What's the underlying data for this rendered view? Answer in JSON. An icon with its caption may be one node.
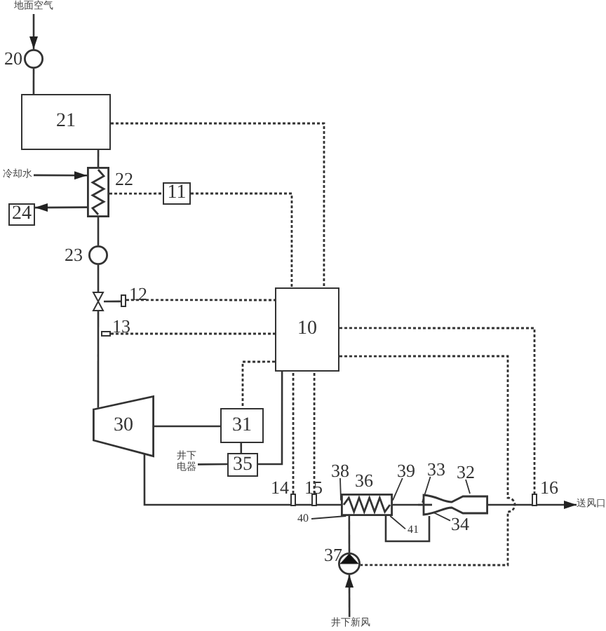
{
  "diagram": {
    "nodes": [
      {
        "text": [
          "地面空气"
        ]
      },
      {
        "text": [],
        "shape": "circle",
        "beside": [
          "20"
        ]
      },
      {
        "text": [
          "21"
        ]
      },
      {
        "text": [],
        "shape": "exchanger",
        "beside": [
          "22"
        ]
      },
      {
        "text": [
          "冷却水"
        ]
      },
      {
        "text": [
          "24"
        ]
      },
      {
        "text": [
          "11"
        ]
      },
      {
        "text": [],
        "shape": "circle",
        "beside": [
          "23"
        ]
      },
      {
        "text": [],
        "shape": "valve"
      },
      {
        "text": [],
        "shape": "sensor",
        "beside": [
          "12"
        ]
      },
      {
        "text": [],
        "shape": "sensor",
        "beside": [
          "13"
        ]
      },
      {
        "text": [
          "10"
        ]
      },
      {
        "text": [
          "30"
        ]
      },
      {
        "text": [
          "31"
        ]
      },
      {
        "text": [
          "35"
        ]
      },
      {
        "text": [
          "井下电器"
        ]
      },
      {
        "text": [],
        "shape": "sensor",
        "beside": [
          "14"
        ]
      },
      {
        "text": [],
        "shape": "sensor",
        "beside": [
          "15"
        ]
      },
      {
        "text": [],
        "shape": "exchanger",
        "beside": [
          "36"
        ]
      },
      {
        "text": [],
        "shape": "nozzle"
      },
      {
        "text": [],
        "shape": "sensor",
        "beside": [
          "16"
        ]
      },
      {
        "text": [
          "送风口"
        ]
      },
      {
        "text": [],
        "shape": "pump",
        "beside": [
          "37"
        ]
      },
      {
        "text": [
          "井下新风"
        ]
      },
      {
        "text": [
          "38"
        ]
      },
      {
        "text": [
          "39"
        ]
      },
      {
        "text": [
          "40"
        ]
      },
      {
        "text": [
          "41"
        ]
      },
      {
        "text": [
          "33"
        ]
      },
      {
        "text": [
          "32"
        ]
      },
      {
        "text": [
          "34"
        ]
      }
    ],
    "edges": [
      {
        "from": 0,
        "to": 1,
        "arrow": "to"
      },
      {
        "from": 1,
        "to": 2,
        "arrow": "none"
      },
      {
        "from": 2,
        "to": 3,
        "arrow": "none"
      },
      {
        "from": 4,
        "to": 3,
        "arrow": "to"
      },
      {
        "from": 3,
        "to": 5,
        "arrow": "to"
      },
      {
        "from": 3,
        "to": 7,
        "arrow": "none"
      },
      {
        "from": 7,
        "to": 8,
        "arrow": "none"
      },
      {
        "from": 8,
        "to": 9,
        "arrow": "none"
      },
      {
        "from": 8,
        "to": 12,
        "arrow": "none"
      },
      {
        "from": 12,
        "to": 13,
        "arrow": "none"
      },
      {
        "from": 13,
        "to": 14,
        "arrow": "none"
      },
      {
        "from": 15,
        "to": 14,
        "arrow": "none"
      },
      {
        "from": 14,
        "to": 11,
        "arrow": "none"
      },
      {
        "from": 12,
        "to": 18,
        "arrow": "none"
      },
      {
        "from": 18,
        "to": 19,
        "arrow": "none"
      },
      {
        "from": 19,
        "to": 21,
        "arrow": "to"
      },
      {
        "from": 23,
        "to": 22,
        "arrow": "to"
      },
      {
        "from": 22,
        "to": 18,
        "arrow": "none"
      },
      {
        "from": 18,
        "to": 19,
        "arrow": "none"
      },
      {
        "from": 2,
        "to": 11,
        "arrow": "none",
        "style": "dashed"
      },
      {
        "from": 3,
        "to": 6,
        "arrow": "none",
        "style": "dashed"
      },
      {
        "from": 6,
        "to": 11,
        "arrow": "none",
        "style": "dashed"
      },
      {
        "from": 9,
        "to": 11,
        "arrow": "none",
        "style": "dashed"
      },
      {
        "from": 10,
        "to": 11,
        "arrow": "none",
        "style": "dashed"
      },
      {
        "from": 11,
        "to": 13,
        "arrow": "none",
        "style": "dashed"
      },
      {
        "from": 16,
        "to": 11,
        "arrow": "none",
        "style": "dashed"
      },
      {
        "from": 17,
        "to": 11,
        "arrow": "none",
        "style": "dashed"
      },
      {
        "from": 11,
        "to": 20,
        "arrow": "none",
        "style": "dashed"
      },
      {
        "from": 11,
        "to": 22,
        "arrow": "none",
        "style": "dashed"
      },
      {
        "from": 24,
        "to": 18,
        "arrow": "none"
      },
      {
        "from": 25,
        "to": 18,
        "arrow": "none"
      },
      {
        "from": 26,
        "to": 18,
        "arrow": "none"
      },
      {
        "from": 27,
        "to": 18,
        "arrow": "none"
      },
      {
        "from": 28,
        "to": 19,
        "arrow": "none"
      },
      {
        "from": 29,
        "to": 19,
        "arrow": "none"
      },
      {
        "from": 30,
        "to": 19,
        "arrow": "none"
      }
    ]
  }
}
